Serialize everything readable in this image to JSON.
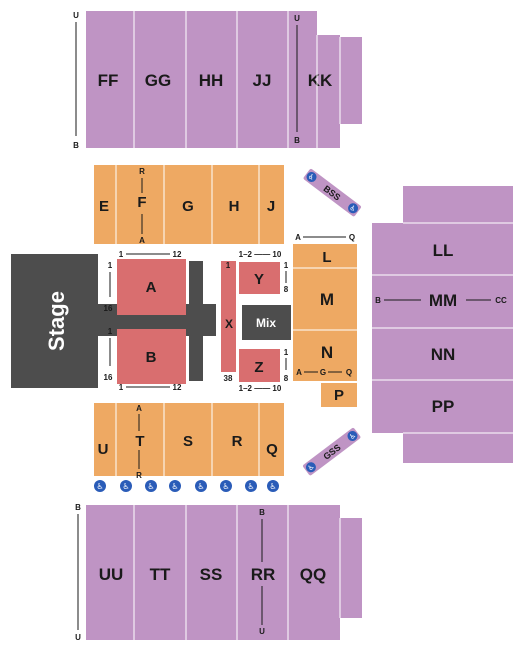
{
  "colors": {
    "upper": "#bf94c4",
    "lower": "#eea963",
    "floor": "#d96e6f",
    "stage": "#4d4d4d",
    "ada": "#2a5cb8"
  },
  "stage": {
    "label": "Stage"
  },
  "mix": {
    "label": "Mix"
  },
  "north_upper": {
    "sections": [
      "FF",
      "GG",
      "HH",
      "JJ",
      "KK"
    ],
    "row_left_top": "U",
    "row_left_bottom": "B",
    "row_kk_top": "U",
    "row_kk_bottom": "B"
  },
  "north_lower": {
    "sections": [
      "E",
      "F",
      "G",
      "H",
      "J"
    ],
    "row_f_top": "R",
    "row_f_bottom": "A"
  },
  "bss": {
    "label": "BSS"
  },
  "gss": {
    "label": "GSS"
  },
  "floor": {
    "a": "A",
    "b": "B",
    "x": "X",
    "y": "Y",
    "z": "Z",
    "a_top_left": "1",
    "a_top_right": "12",
    "a_side_top": "1",
    "a_side_bottom": "16",
    "b_side_top": "1",
    "b_side_bottom": "16",
    "b_bottom_left": "1",
    "b_bottom_right": "12",
    "x_top": "1",
    "x_bottom": "38",
    "y_top_range": "1–2 —— 10",
    "z_bottom_range": "1–2 —— 10",
    "y_side_top": "1",
    "y_side_bottom": "8",
    "z_side_top": "1",
    "z_side_bottom": "8"
  },
  "east_lower": {
    "sections": [
      "L",
      "M",
      "N",
      "P"
    ],
    "row_a": "A",
    "row_q": "Q",
    "n_row_a": "A",
    "n_row_g": "G",
    "n_row_q": "Q"
  },
  "east_upper": {
    "sections": [
      "LL",
      "MM",
      "NN",
      "PP"
    ],
    "row_b": "B",
    "row_cc": "CC"
  },
  "south_lower": {
    "sections": [
      "U",
      "T",
      "S",
      "R",
      "Q"
    ],
    "row_t_top": "A",
    "row_t_bottom": "R"
  },
  "south_upper": {
    "sections": [
      "UU",
      "TT",
      "SS",
      "RR",
      "QQ"
    ],
    "row_left_top": "B",
    "row_left_bottom": "U",
    "row_rr_top": "B",
    "row_rr_bottom": "U"
  },
  "ada": {
    "icon": "wheelchair-icon"
  }
}
